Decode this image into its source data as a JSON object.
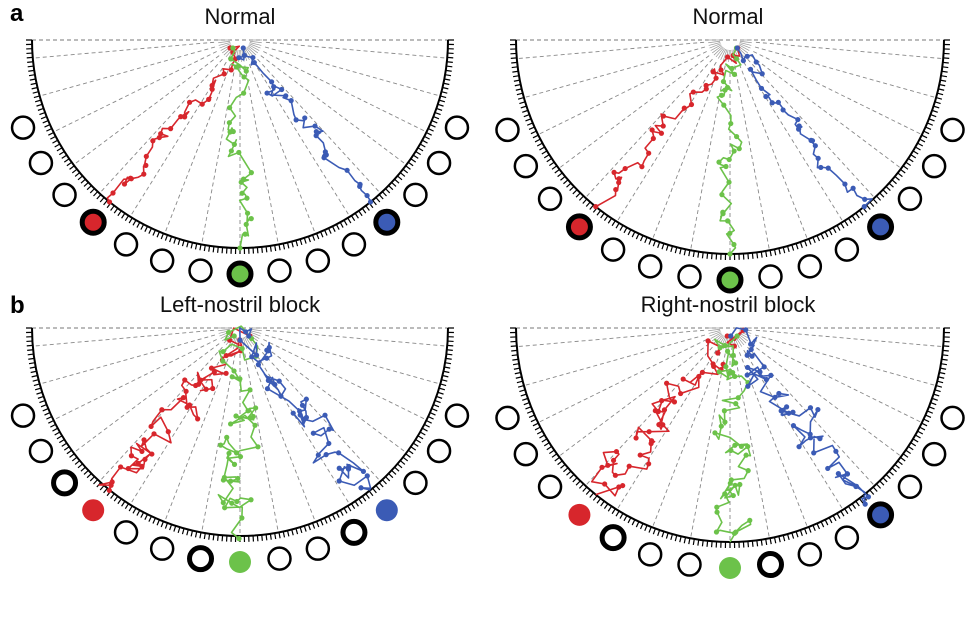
{
  "figure": {
    "panel_labels": {
      "a": "a",
      "b": "b"
    },
    "colors": {
      "red": "#d7262c",
      "green": "#6cc24a",
      "blue": "#3b5bb5",
      "ring": "#000000"
    },
    "panels": [
      {
        "title": "Normal",
        "filled": {
          "red": 3,
          "green": 7,
          "blue": 11
        },
        "thick_rings": [
          3,
          7,
          11
        ]
      },
      {
        "title": "Normal",
        "filled": {
          "red": 3,
          "green": 7,
          "blue": 11
        },
        "thick_rings": [
          3,
          7,
          11
        ]
      },
      {
        "title": "Left-nostril block",
        "filled": {
          "red": 3,
          "green": 7,
          "blue": 11
        },
        "thick_rings": [
          2,
          6,
          10
        ]
      },
      {
        "title": "Right-nostril block",
        "filled": {
          "red": 3,
          "green": 7,
          "blue": 11
        },
        "thick_rings": [
          4,
          8,
          11
        ]
      }
    ]
  }
}
